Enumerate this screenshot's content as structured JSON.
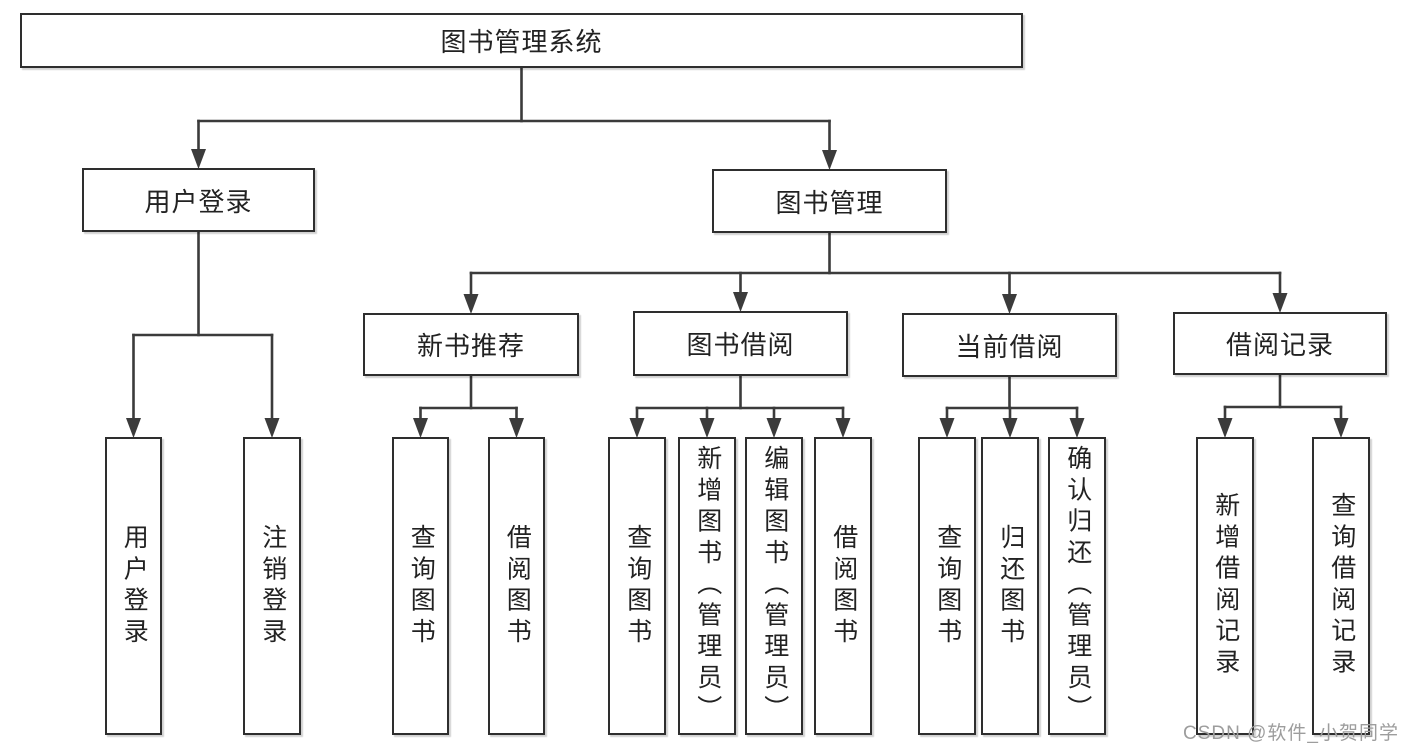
{
  "colors": {
    "background": "#ffffff",
    "box_fill": "#ffffff",
    "box_border": "#2e2e2e",
    "line": "#3b3b3b",
    "text": "#222222",
    "watermark": "#9d9d9d"
  },
  "watermark": {
    "text": "CSDN @软件_小贺同学"
  },
  "diagram": {
    "type": "hierarchy-tree",
    "root_label": "图书管理系统",
    "nodes": [
      {
        "id": "root",
        "label": "图书管理系统",
        "children": [
          "user-login",
          "book-mgmt"
        ]
      },
      {
        "id": "user-login",
        "label": "用户登录",
        "children": [
          "leaf-user-login",
          "leaf-logout"
        ]
      },
      {
        "id": "book-mgmt",
        "label": "图书管理",
        "children": [
          "new-book-rec",
          "book-borrow",
          "current-borrow",
          "borrow-records"
        ]
      },
      {
        "id": "new-book-rec",
        "label": "新书推荐",
        "children": [
          "leaf-query-book-1",
          "leaf-borrow-book-1"
        ]
      },
      {
        "id": "book-borrow",
        "label": "图书借阅",
        "children": [
          "leaf-query-book-2",
          "leaf-add-book",
          "leaf-edit-book",
          "leaf-borrow-book-2"
        ]
      },
      {
        "id": "current-borrow",
        "label": "当前借阅",
        "children": [
          "leaf-query-book-3",
          "leaf-return-book",
          "leaf-confirm-return"
        ]
      },
      {
        "id": "borrow-records",
        "label": "借阅记录",
        "children": [
          "leaf-add-borrow-record",
          "leaf-query-borrow-record"
        ]
      },
      {
        "id": "leaf-user-login",
        "label": "用户登录"
      },
      {
        "id": "leaf-logout",
        "label": "注销登录"
      },
      {
        "id": "leaf-query-book-1",
        "label": "查询图书"
      },
      {
        "id": "leaf-borrow-book-1",
        "label": "借阅图书"
      },
      {
        "id": "leaf-query-book-2",
        "label": "查询图书"
      },
      {
        "id": "leaf-add-book",
        "label": "新增图书（管理员）"
      },
      {
        "id": "leaf-edit-book",
        "label": "编辑图书（管理员）"
      },
      {
        "id": "leaf-borrow-book-2",
        "label": "借阅图书"
      },
      {
        "id": "leaf-query-book-3",
        "label": "查询图书"
      },
      {
        "id": "leaf-return-book",
        "label": "归还图书"
      },
      {
        "id": "leaf-confirm-return",
        "label": "确认归还（管理员）"
      },
      {
        "id": "leaf-add-borrow-record",
        "label": "新增借阅记录"
      },
      {
        "id": "leaf-query-borrow-record",
        "label": "查询借阅记录"
      }
    ]
  }
}
